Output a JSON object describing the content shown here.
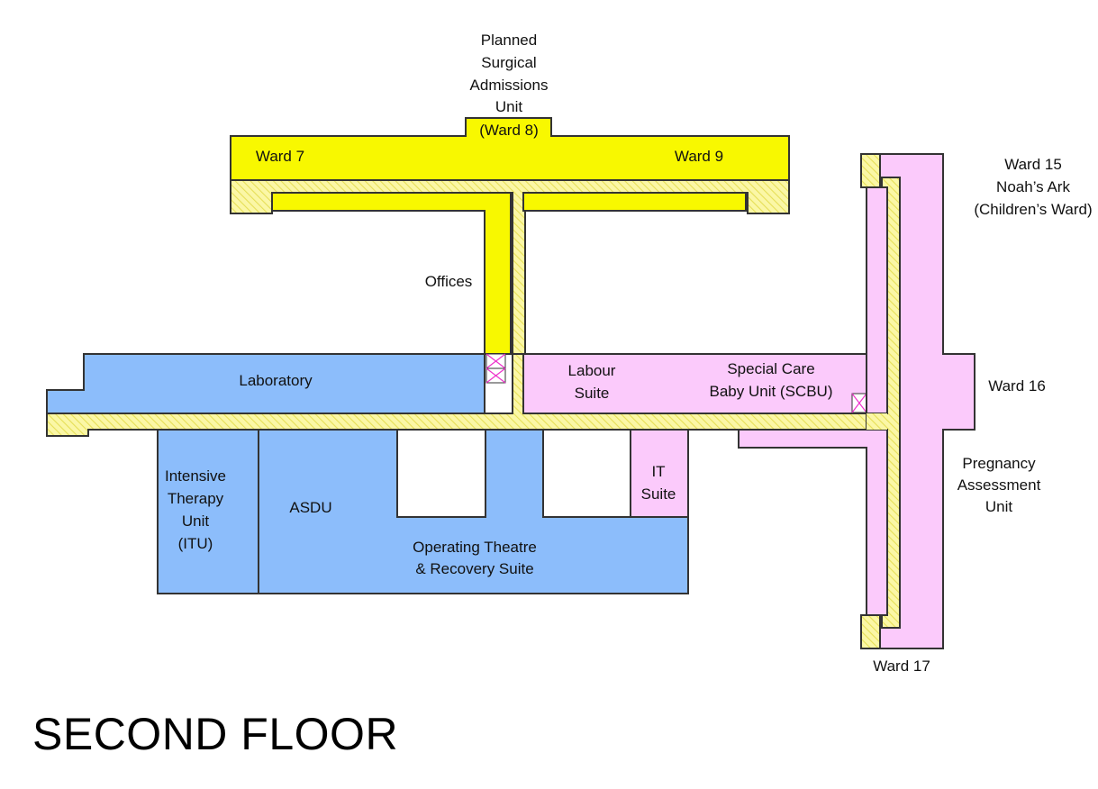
{
  "title": "SECOND FLOOR",
  "colors": {
    "ward_yellow": "#f8f800",
    "corridor_hatch": "#fbf7a6",
    "corridor_hatch_line": "#e6df57",
    "clinical_blue": "#8cbdfb",
    "maternity_pink": "#fbcafb",
    "lift_cross": "#ee33cc",
    "wall": "#333333"
  },
  "areas": [
    {
      "id": "ward-7",
      "label": "Ward 7",
      "zone": "ward_yellow"
    },
    {
      "id": "ward-8",
      "label": [
        "Planned",
        "Surgical",
        "Admissions",
        "Unit",
        "(Ward 8)"
      ],
      "zone": "ward_yellow"
    },
    {
      "id": "ward-9",
      "label": "Ward 9",
      "zone": "ward_yellow"
    },
    {
      "id": "offices",
      "label": "Offices",
      "zone": "ward_yellow"
    },
    {
      "id": "laboratory",
      "label": "Laboratory",
      "zone": "clinical_blue"
    },
    {
      "id": "itu",
      "label": [
        "Intensive",
        "Therapy",
        "Unit",
        "(ITU)"
      ],
      "zone": "clinical_blue"
    },
    {
      "id": "asdu",
      "label": "ASDU",
      "zone": "clinical_blue"
    },
    {
      "id": "operating-theatre",
      "label": [
        "Operating Theatre",
        "& Recovery Suite"
      ],
      "zone": "clinical_blue"
    },
    {
      "id": "it-suite",
      "label": [
        "IT",
        "Suite"
      ],
      "zone": "maternity_pink"
    },
    {
      "id": "labour-suite",
      "label": [
        "Labour",
        "Suite"
      ],
      "zone": "maternity_pink"
    },
    {
      "id": "scbu",
      "label": [
        "Special Care",
        "Baby Unit (SCBU)"
      ],
      "zone": "maternity_pink"
    },
    {
      "id": "ward-15",
      "label": [
        "Ward 15",
        "Noah’s Ark",
        "(Children’s Ward)"
      ],
      "zone": "maternity_pink"
    },
    {
      "id": "ward-16",
      "label": "Ward 16",
      "zone": "maternity_pink"
    },
    {
      "id": "pregnancy-assessment",
      "label": [
        "Pregnancy",
        "Assessment",
        "Unit"
      ],
      "zone": "maternity_pink"
    },
    {
      "id": "ward-17",
      "label": "Ward 17",
      "zone": "maternity_pink"
    }
  ],
  "lifts": [
    {
      "id": "lift-1",
      "symbol": "lift-cross"
    },
    {
      "id": "lift-2",
      "symbol": "lift-cross"
    },
    {
      "id": "lift-3",
      "symbol": "lift-cross"
    }
  ]
}
